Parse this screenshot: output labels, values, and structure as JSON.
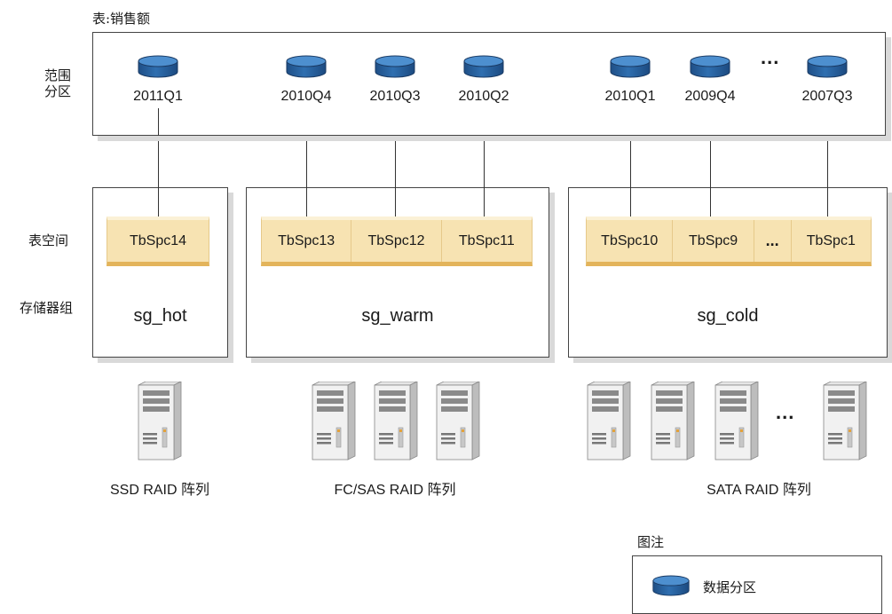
{
  "table_title": "表:销售额",
  "row_labels": {
    "range_partition": "范围\n分区",
    "tablespace": "表空间",
    "storage_group": "存储器组"
  },
  "partitions": [
    "2011Q1",
    "2010Q4",
    "2010Q3",
    "2010Q2",
    "2010Q1",
    "2009Q4",
    "2007Q3"
  ],
  "partition_ellipsis": "...",
  "storage_groups": [
    {
      "name": "sg_hot",
      "tablespaces": [
        "TbSpc14"
      ]
    },
    {
      "name": "sg_warm",
      "tablespaces": [
        "TbSpc13",
        "TbSpc12",
        "TbSpc11"
      ]
    },
    {
      "name": "sg_cold",
      "tablespaces": [
        "TbSpc10",
        "TbSpc9",
        "...",
        "TbSpc1"
      ]
    }
  ],
  "arrays": [
    {
      "label": "SSD RAID 阵列",
      "servers": 1
    },
    {
      "label": "FC/SAS RAID 阵列",
      "servers": 3
    },
    {
      "label": "SATA RAID 阵列",
      "servers": 4,
      "ellipsis": "..."
    }
  ],
  "legend": {
    "title": "图注",
    "item": "数据分区"
  },
  "colors": {
    "disk_blue": "#2f6fb0",
    "tablespace_fill": "#f7e3b2",
    "tablespace_border": "#e3b45b",
    "server_gray": "#9a9a9a"
  }
}
